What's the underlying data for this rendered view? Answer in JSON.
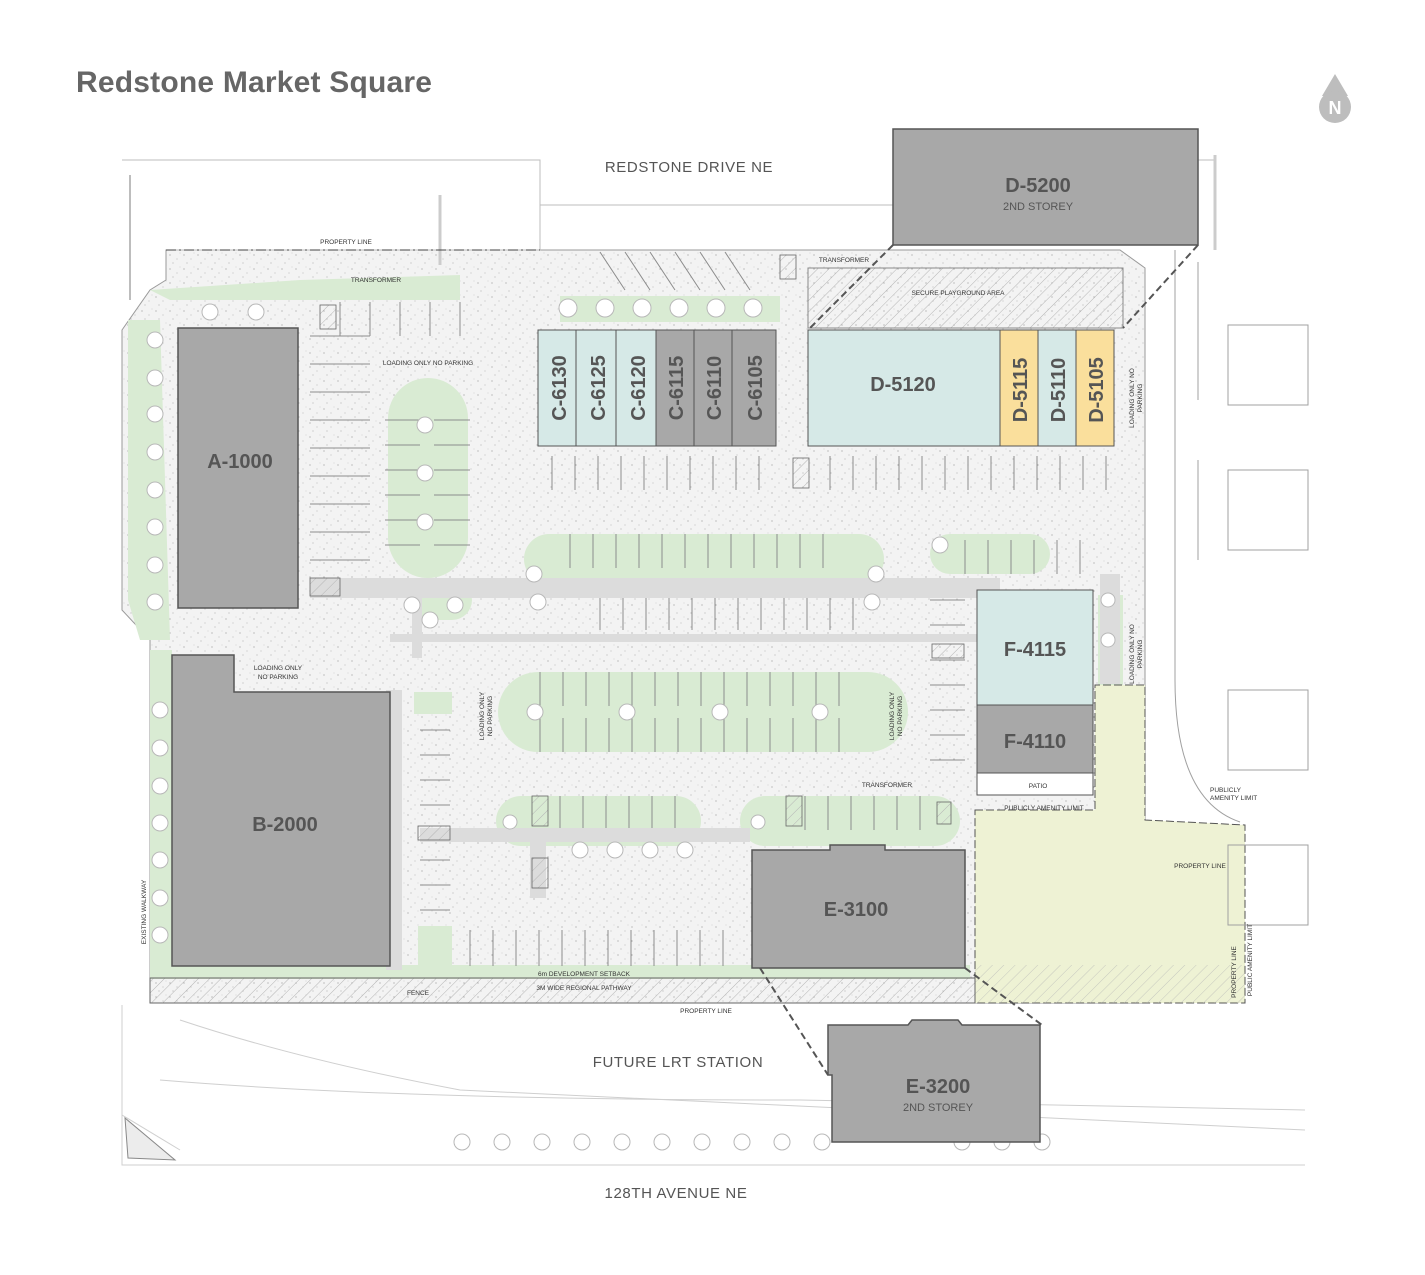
{
  "title": "Redstone Market Square",
  "north_arrow": "N",
  "roads": {
    "north": "REDSTONE DRIVE NE",
    "south": "128TH AVENUE NE",
    "lrt": "FUTURE LRT STATION"
  },
  "buildings": {
    "a1000": "A-1000",
    "b2000": "B-2000",
    "c6130": "C-6130",
    "c6125": "C-6125",
    "c6120": "C-6120",
    "c6115": "C-6115",
    "c6110": "C-6110",
    "c6105": "C-6105",
    "d5120": "D-5120",
    "d5115": "D-5115",
    "d5110": "D-5110",
    "d5105": "D-5105",
    "d5200": "D-5200",
    "d5200_sub": "2ND STOREY",
    "e3100": "E-3100",
    "e3200": "E-3200",
    "e3200_sub": "2ND STOREY",
    "f4115": "F-4115",
    "f4110": "F-4110"
  },
  "labels": {
    "property_line_top": "PROPERTY LINE",
    "transformer_nw": "TRANSFORMER",
    "transformer_n": "TRANSFORMER",
    "transformer_s": "TRANSFORMER",
    "loading_nw": "LOADING ONLY NO PARKING",
    "loading_w_1": "LOADING ONLY",
    "loading_w_2": "NO PARKING",
    "loading_c1": "LOADING ONLY",
    "loading_c2": "NO PARKING",
    "loading_c3": "LOADING ONLY",
    "loading_c4": "NO PARKING",
    "loading_e1": "LOADING ONLY NO",
    "loading_e2": "PARKING",
    "loading_f1": "LOADING ONLY NO",
    "loading_f2": "PARKING",
    "playground": "SECURE PLAYGROUND AREA",
    "patio": "PATIO",
    "amenity_limit": "PUBLICLY AMENITY LIMIT",
    "amenity_limit_e1": "PUBLICLY",
    "amenity_limit_e2": "AMENITY LIMIT",
    "property_line_e": "PROPERTY LINE",
    "property_line_v": "PROPERTY LINE",
    "public_amenity_v": "PUBLIC AMENITY LIMIT",
    "setback": "6m DEVELOPMENT SETBACK",
    "fence": "FENCE",
    "pathway": "3M WIDE REGIONAL PATHWAY",
    "property_line_s": "PROPERTY LINE",
    "walkway": "EXISTING WALKWAY"
  },
  "colors": {
    "building_gray": "#a8a8a8",
    "unit_teal": "#d6e9e7",
    "unit_yellow": "#fadf9c",
    "landscape_green": "#d9ebd3",
    "amenity_yellow_green": "#eef2d4",
    "paving": "#efefef"
  }
}
